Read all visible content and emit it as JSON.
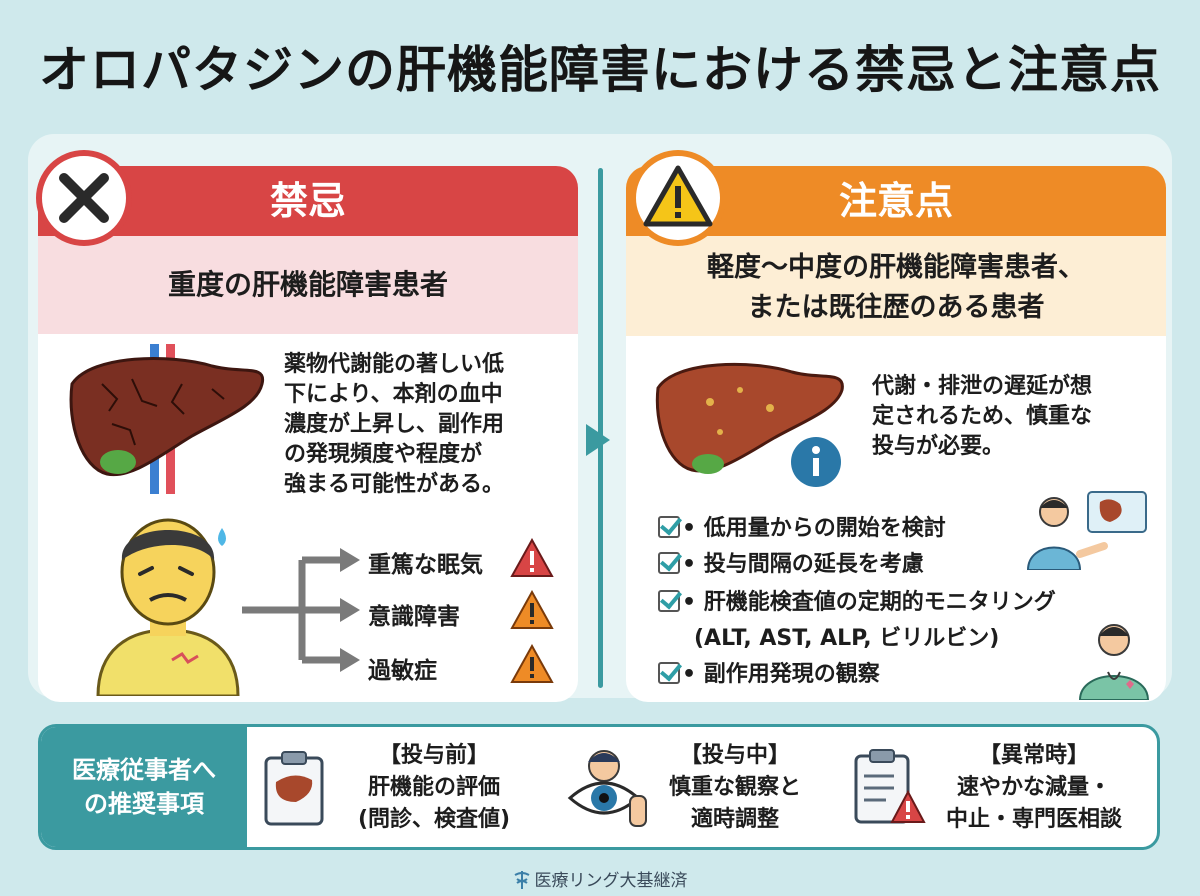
{
  "title": "オロパタジンの肝機能障害における禁忌と注意点",
  "contraindication": {
    "heading": "禁忌",
    "subheading": "重度の肝機能障害患者",
    "description": [
      "薬物代謝能の著しい低",
      "下により、本剤の血中",
      "濃度が上昇し、副作用",
      "の発現頻度や程度が",
      "強まる可能性がある。"
    ],
    "effects": [
      "重篤な眠気",
      "意識障害",
      "過敏症"
    ]
  },
  "precautions": {
    "heading": "注意点",
    "subheading_lines": [
      "軽度〜中度の肝機能障害患者、",
      "または既往歴のある患者"
    ],
    "description": [
      "代謝・排泄の遅延が想",
      "定されるため、慎重な",
      "投与が必要。"
    ],
    "checklist": [
      "• 低用量からの開始を検討",
      "• 投与間隔の延長を考慮",
      "• 肝機能検査値の定期的モニタリング"
    ],
    "checklist_extra": "(ALT, AST, ALP, ビリルビン)",
    "checklist_last": "• 副作用発現の観察"
  },
  "recommendations": {
    "label_lines": [
      "医療従事者へ",
      "の推奨事項"
    ],
    "items": [
      {
        "lines": [
          "【投与前】",
          "肝機能の評価",
          "(問診、検査値)"
        ]
      },
      {
        "lines": [
          "【投与中】",
          "慎重な観察と",
          "適時調整"
        ]
      },
      {
        "lines": [
          "【異常時】",
          "速やかな減量・",
          "中止・専門医相談"
        ]
      }
    ]
  },
  "footer": "医療リング大基継済",
  "colors": {
    "danger": "#d84545",
    "caution": "#ee8b26",
    "teal": "#3b9aa0",
    "background": "#cfe9ec"
  }
}
